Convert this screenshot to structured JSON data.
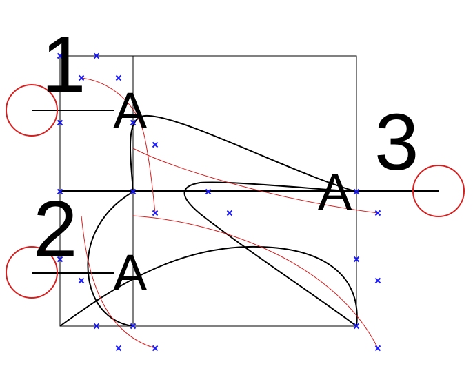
{
  "figure": {
    "number_labels": [
      "1",
      "2",
      "3"
    ],
    "anchor_label": "A"
  },
  "colors": {
    "outline": "#000000",
    "guide": "#d62020",
    "handle": "#1a1aff"
  }
}
